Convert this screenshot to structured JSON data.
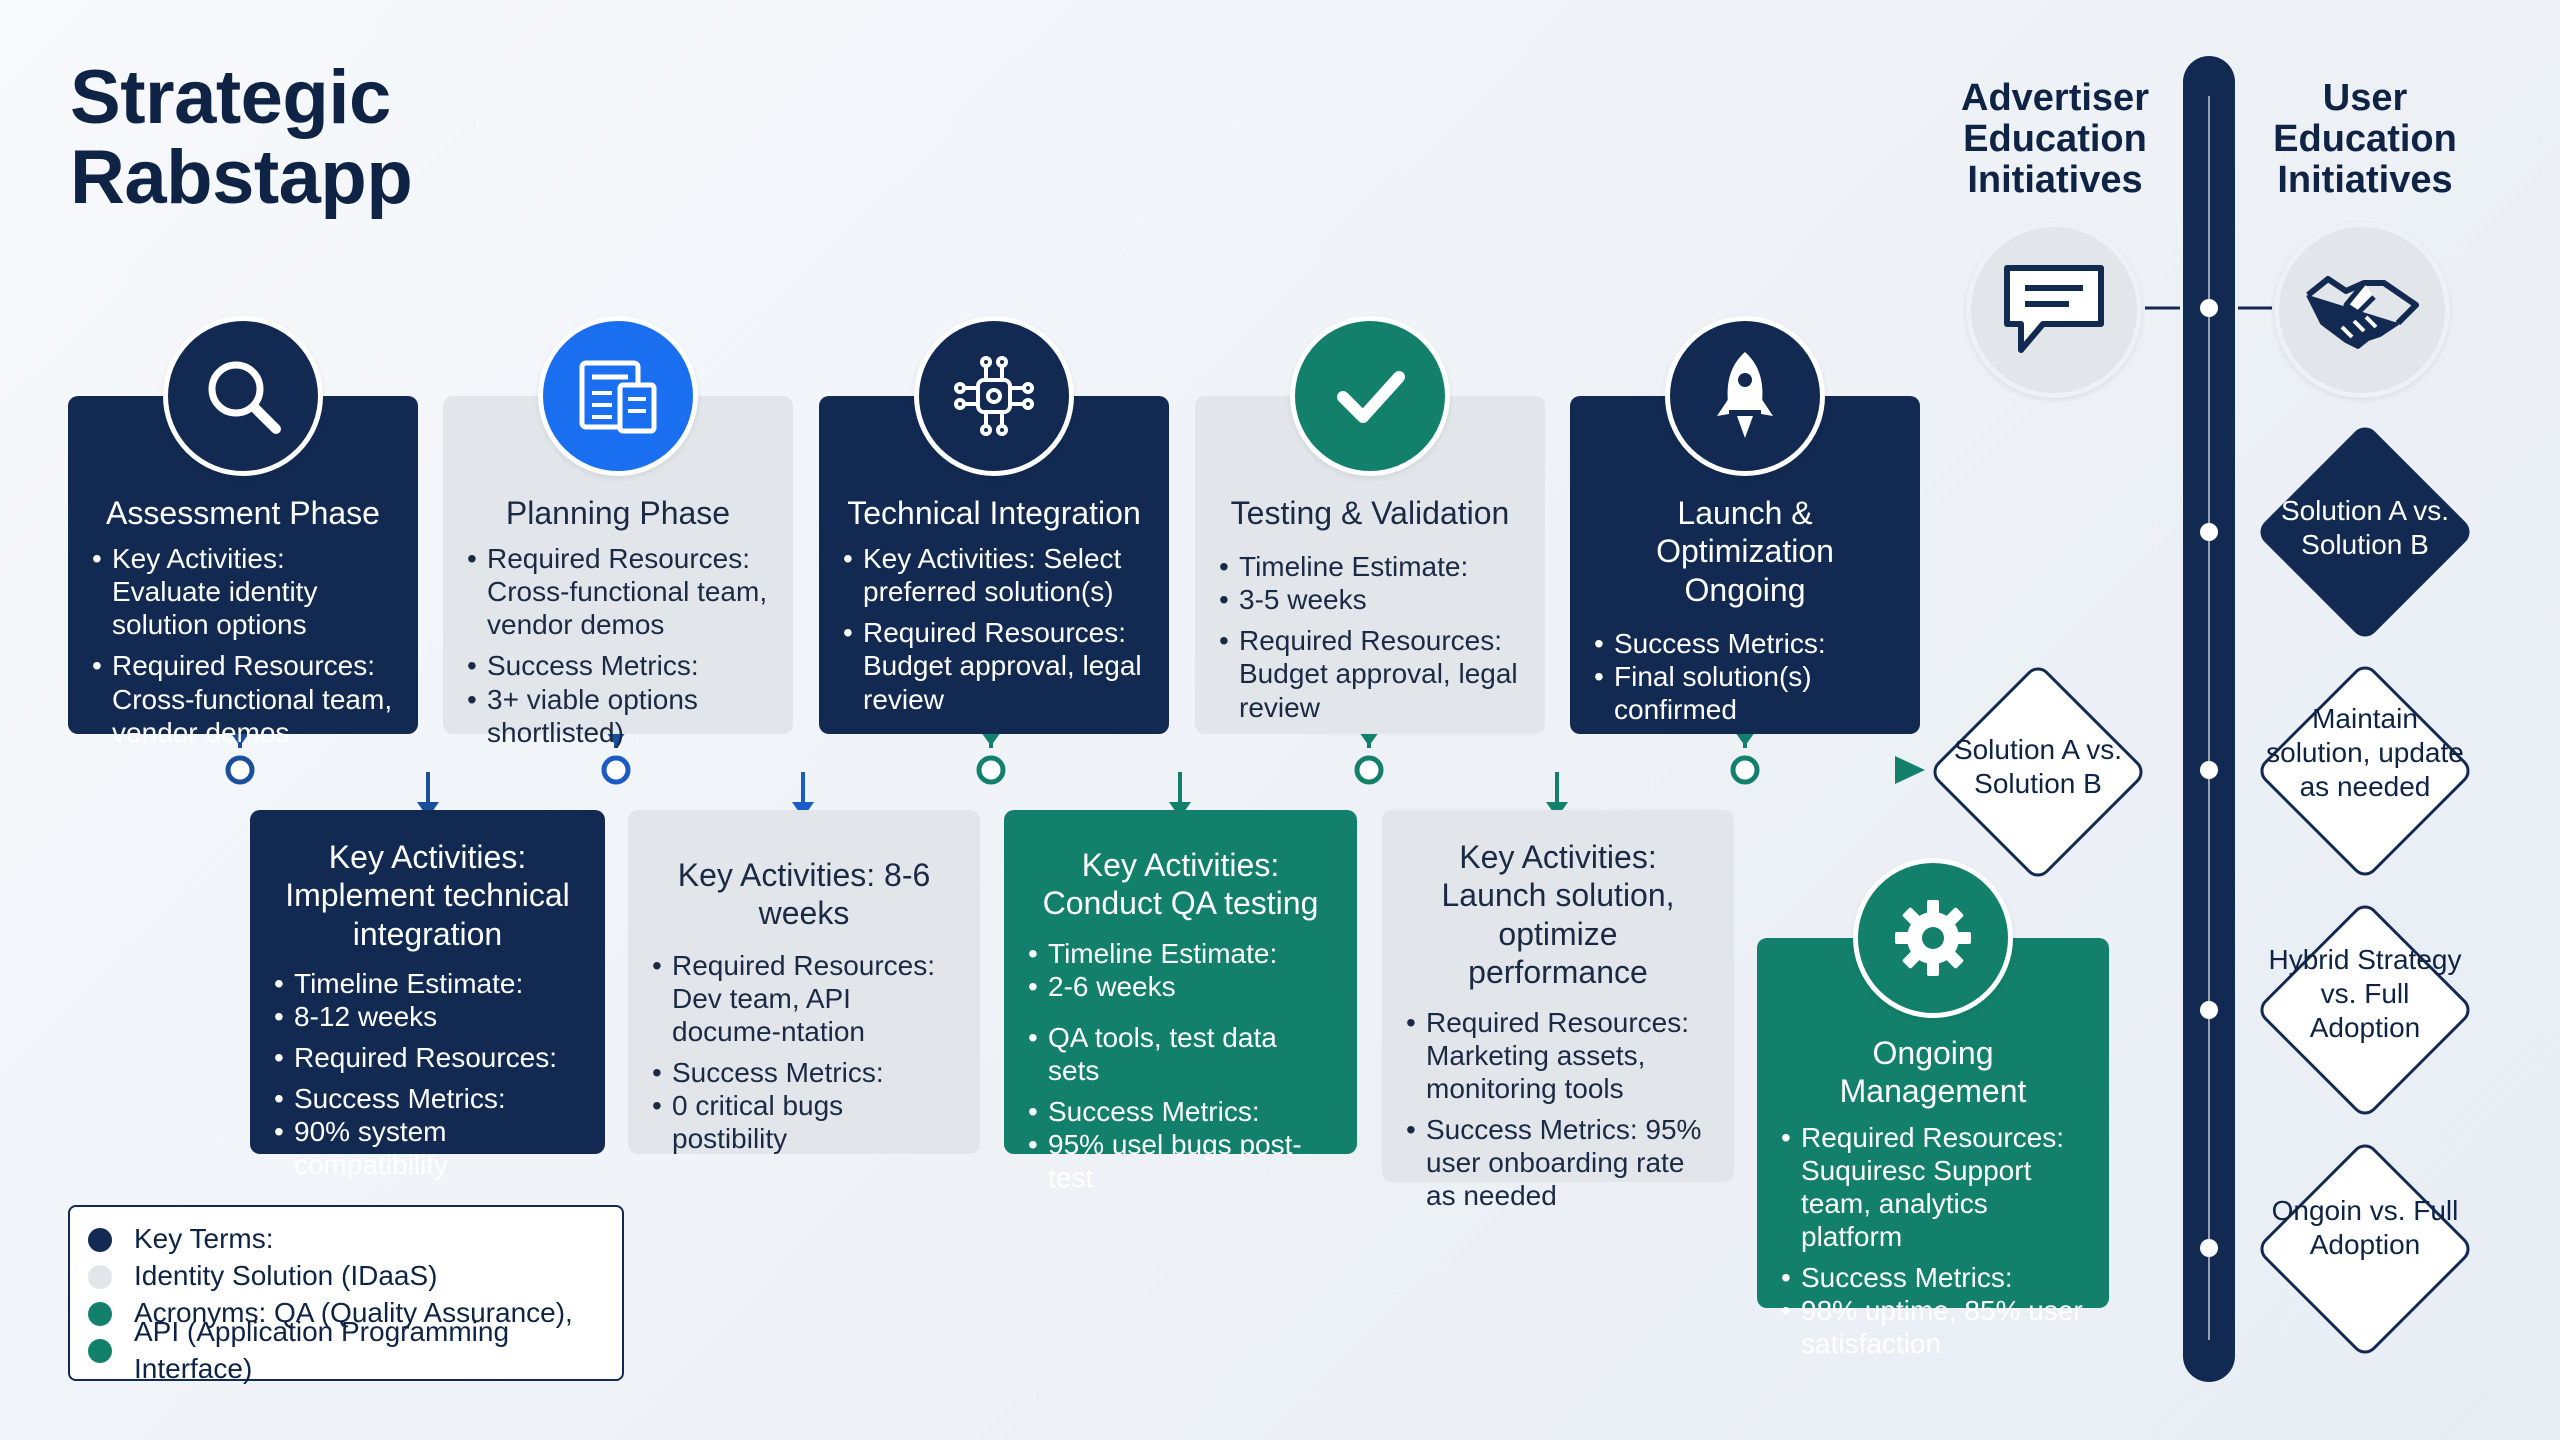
{
  "title": "Strategic\nRabstapp",
  "colors": {
    "navy": "#122a52",
    "blue": "#1a6ff0",
    "teal": "#12806b",
    "grey": "#e2e5ea"
  },
  "top_cards": [
    {
      "icon": "magnifier-icon",
      "title": "Assessment Phase",
      "items": [
        "Key Activities: Evaluate identity solution options",
        "Required Resources: Cross-functional team, vendor demos"
      ]
    },
    {
      "icon": "document-icon",
      "title": "Planning Phase",
      "items": [
        "Required Resources: Cross-functional team, vendor demos",
        "Success Metrics:",
        "3+ viable options shortlisted)"
      ]
    },
    {
      "icon": "circuit-icon",
      "title": "Technical Integration",
      "items": [
        "Key Activities: Select preferred solution(s)",
        "Required Resources: Budget approval, legal review"
      ]
    },
    {
      "icon": "checkmark-icon",
      "title": "Testing & Validation",
      "items": [
        "Timeline Estimate:",
        "3-5 weeks",
        "Required Resources: Budget approval, legal review"
      ]
    },
    {
      "icon": "rocket-icon",
      "title": "Launch & Optimization Ongoing",
      "items": [
        "Success Metrics:",
        "Final solution(s) confirmed"
      ]
    }
  ],
  "bottom_cards": [
    {
      "title": "Key Activities: Implement technical integration",
      "items": [
        "Timeline Estimate:",
        "8-12 weeks",
        "Required Resources:",
        "Success Metrics:",
        "90% system compatibility"
      ]
    },
    {
      "title": "Key Activities: 8-6 weeks",
      "items": [
        "Required Resources: Dev team, API docume-ntation",
        "Success Metrics:",
        "0 critical bugs postibility"
      ]
    },
    {
      "title": "Key Activities: Conduct QA testing",
      "items": [
        "Timeline Estimate:",
        "2-6 weeks",
        "QA tools, test data sets",
        "Success Metrics:",
        "95% usel bugs post-test"
      ]
    },
    {
      "title": "Key Activities: Launch solution, optimize performance",
      "items": [
        "Required Resources: Marketing assets, monitoring tools",
        "Success Metrics: 95% user onboarding rate as needed"
      ]
    }
  ],
  "ongoing": {
    "icon": "gear-icon",
    "title": "Ongoing Management",
    "items": [
      "Required Resources: Suquiresc Support team, analytics platform",
      "Success Metrics:",
      "98% uptime, 85% user satisfaction"
    ]
  },
  "timeline_end_label": "Solution A vs. Solution B",
  "right": {
    "advertiser_heading": "Advertiser Education Initiatives",
    "user_heading": "User Education Initiatives",
    "advertiser_icon": "chat-bubble-icon",
    "user_icon": "handshake-icon",
    "diamonds": [
      "Solution A vs. Solution B",
      "Maintain solution, update as needed",
      "Hybrid Strategy vs. Full Adoption",
      "Ongoin vs. Full Adoption"
    ]
  },
  "legend": {
    "items": [
      {
        "color": "#122a52",
        "label": "Key Terms:"
      },
      {
        "color": "#e2e5ea",
        "label": "Identity Solution (IDaaS)"
      },
      {
        "color": "#12806b",
        "label": "Acronyms: QA (Quality Assurance),"
      },
      {
        "color": "#12806b",
        "label": "API (Application Programming Interface)"
      }
    ]
  }
}
